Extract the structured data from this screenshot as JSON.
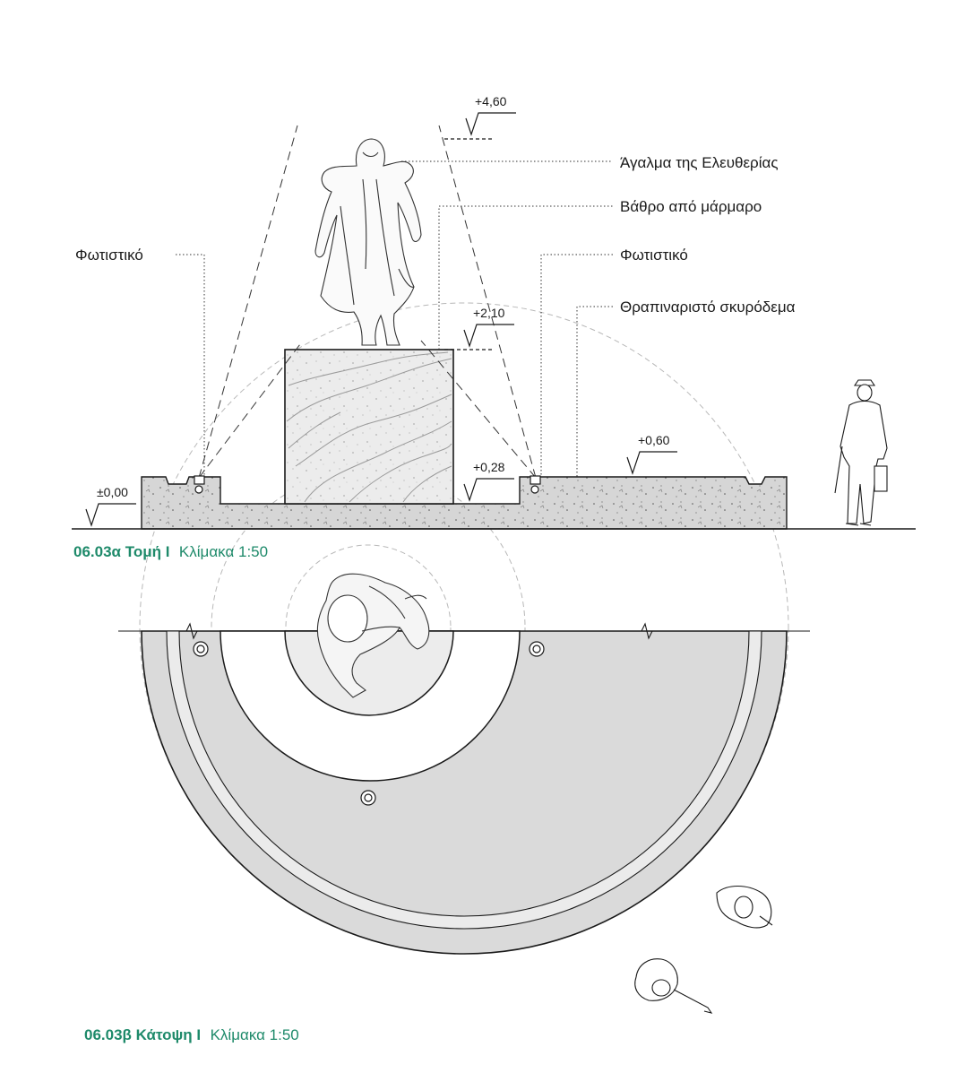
{
  "colors": {
    "accent": "#1e8a6a",
    "line": "#1a1a1a",
    "concrete": "#d6d6d6",
    "marble": "#e9e9e9",
    "plan_fill": "#d9d9d9",
    "plan_ring": "#e8e8e8"
  },
  "labels": {
    "statue": "Άγαλμα της Ελευθερίας",
    "pedestal": "Βάθρο από μάρμαρο",
    "light_left": "Φωτιστικό",
    "light_right": "Φωτιστικό",
    "concrete": "Θραπιναριστό σκυρόδεμα"
  },
  "levels": {
    "top": "+4,60",
    "pedestal_top": "+2,10",
    "pit_floor": "+0,28",
    "ground": "±0,00",
    "platform": "+0,60"
  },
  "captions": {
    "section_code": "06.03α Τομή Ι",
    "section_scale": "Κλίμακα 1:50",
    "plan_code": "06.03β Κάτοψη Ι",
    "plan_scale": "Κλίμακα 1:50"
  }
}
